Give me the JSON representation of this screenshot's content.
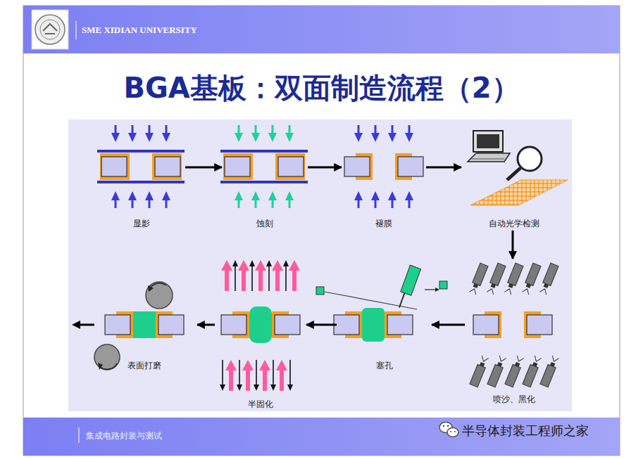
{
  "diagram": {
    "title": "BGA基板：双面制造流程（2）",
    "nodes": [
      {
        "text": [
          "显影"
        ]
      },
      {
        "text": [
          "蚀刻"
        ]
      },
      {
        "text": [
          "褪膜"
        ]
      },
      {
        "text": [
          "自动光学检测"
        ]
      },
      {
        "text": [
          "喷沙、黑化"
        ]
      },
      {
        "text": [
          "塞孔"
        ]
      },
      {
        "text": [
          "半固化"
        ]
      },
      {
        "text": [
          "表面打磨"
        ]
      }
    ],
    "edges": [
      {
        "from": 0,
        "to": 1,
        "arrow": "to"
      },
      {
        "from": 1,
        "to": 2,
        "arrow": "to"
      },
      {
        "from": 2,
        "to": 3,
        "arrow": "to"
      },
      {
        "from": 3,
        "to": 4,
        "arrow": "to"
      },
      {
        "from": 4,
        "to": 5,
        "arrow": "to"
      },
      {
        "from": 5,
        "to": 6,
        "arrow": "to"
      },
      {
        "from": 6,
        "to": 7,
        "arrow": "to"
      }
    ],
    "labels": [
      "SME XIDIAN UNIVERSITY",
      "集成电路封装与测试",
      "半导体封装工程师之家"
    ]
  }
}
